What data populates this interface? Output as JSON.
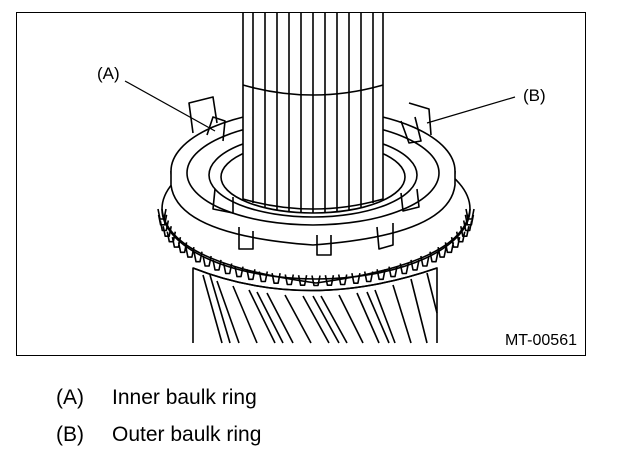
{
  "figure": {
    "code": "MT-00561",
    "callouts": [
      {
        "key": "(A)"
      },
      {
        "key": "(B)"
      }
    ]
  },
  "legend": [
    {
      "key": "(A)",
      "text": "Inner baulk ring"
    },
    {
      "key": "(B)",
      "text": "Outer baulk ring"
    }
  ]
}
